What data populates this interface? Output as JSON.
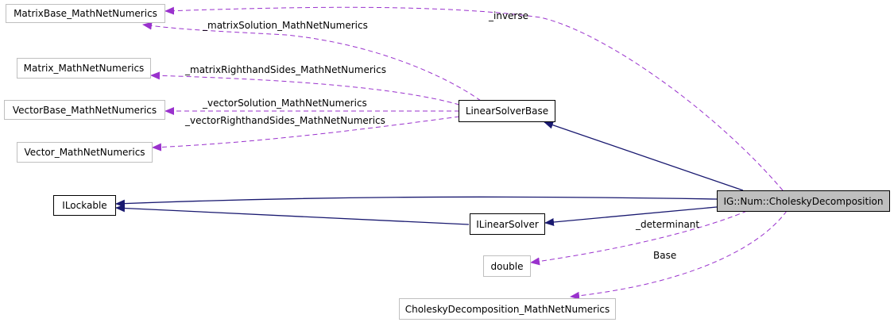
{
  "nodes": {
    "matrixbase": "MatrixBase_MathNetNumerics",
    "matrix": "Matrix_MathNetNumerics",
    "vectorbase": "VectorBase_MathNetNumerics",
    "vector": "Vector_MathNetNumerics",
    "ilockable": "ILockable",
    "linearsolverbase": "LinearSolverBase",
    "ilinearsolver": "ILinearSolver",
    "double": "double",
    "choleskymnn": "CholeskyDecomposition_MathNetNumerics",
    "cholesky": "IG::Num::CholeskyDecomposition"
  },
  "edges": {
    "inverse": "_inverse",
    "matrixSolution": "_matrixSolution_MathNetNumerics",
    "matrixRighthandSides": "_matrixRighthandSides_MathNetNumerics",
    "vectorSolution": "_vectorSolution_MathNetNumerics",
    "vectorRighthandSides": "_vectorRighthandSides_MathNetNumerics",
    "determinant": "_determinant",
    "base": "Base"
  },
  "colors": {
    "usage_edge": "#9a32cd",
    "inheritance_edge": "#191970",
    "focus_fill": "#bfbfbf",
    "external_border": "#bfbfbf"
  }
}
